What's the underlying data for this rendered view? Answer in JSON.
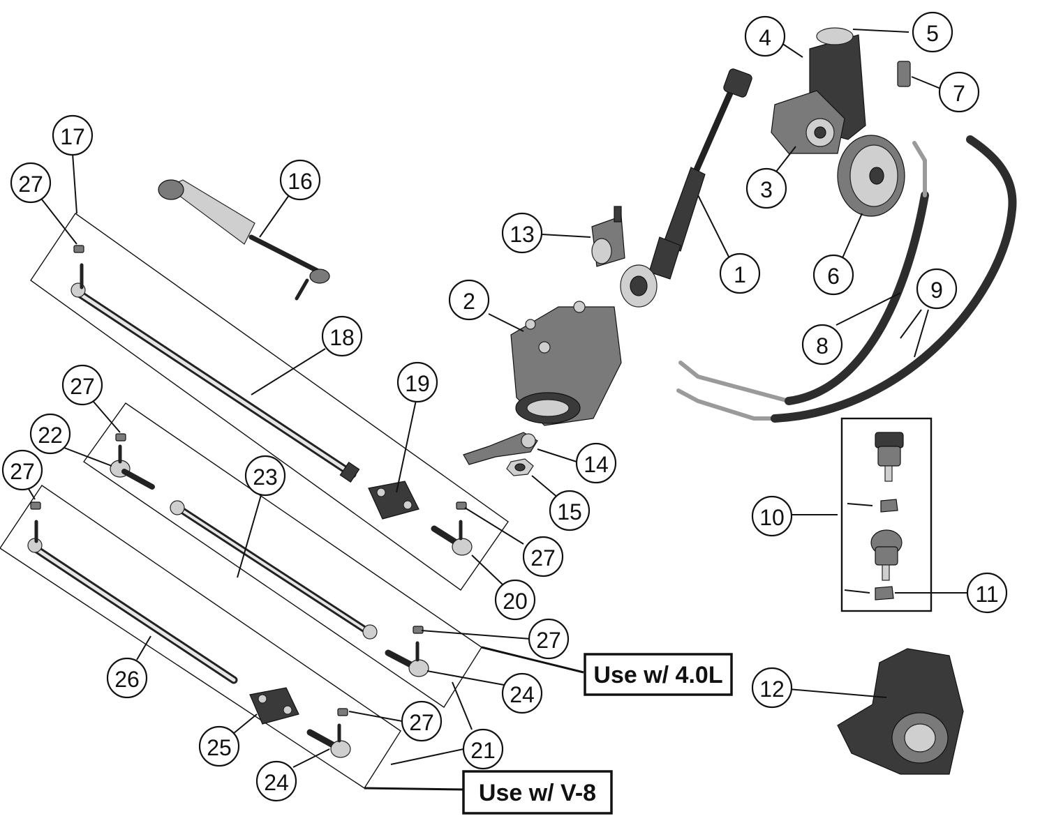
{
  "callouts": {
    "c1": "1",
    "c2": "2",
    "c3": "3",
    "c4": "4",
    "c5": "5",
    "c6": "6",
    "c7": "7",
    "c8": "8",
    "c9": "9",
    "c10": "10",
    "c11": "11",
    "c12": "12",
    "c13": "13",
    "c14": "14",
    "c15": "15",
    "c16": "16",
    "c17": "17",
    "c18": "18",
    "c19": "19",
    "c20": "20",
    "c21": "21",
    "c22": "22",
    "c23": "23",
    "c24": "24",
    "c25": "25",
    "c26": "26",
    "c27": "27"
  },
  "labels": {
    "use_4_0l": "Use w/ 4.0L",
    "use_v8": "Use w/ V-8"
  }
}
